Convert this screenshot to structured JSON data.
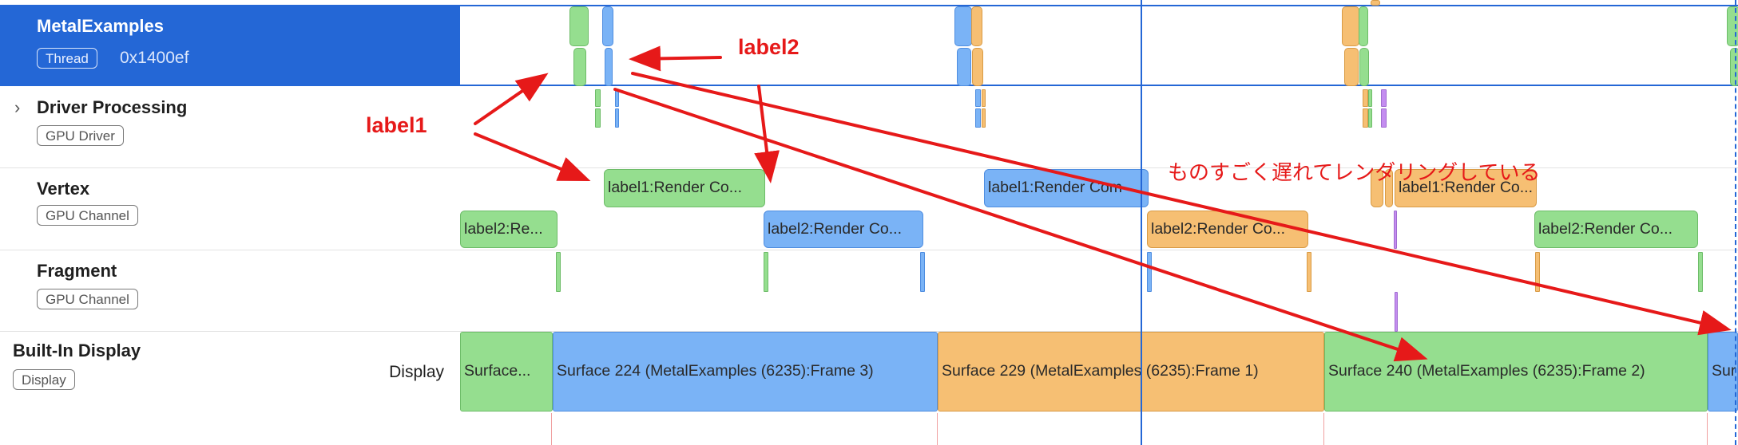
{
  "tracks": {
    "thread": {
      "title": "MetalExamples",
      "badge": "Thread",
      "id": "0x1400ef"
    },
    "driver": {
      "title": "Driver Processing",
      "badge": "GPU Driver"
    },
    "vertex": {
      "title": "Vertex",
      "badge": "GPU Channel"
    },
    "fragment": {
      "title": "Fragment",
      "badge": "GPU Channel"
    },
    "display": {
      "title": "Built-In Display",
      "badge": "Display",
      "type_label": "Display"
    }
  },
  "vertex_bars": {
    "b1": "label1:Render Co...",
    "b2": "label1:Render Com",
    "b3": "label1:Render Co...",
    "r1": "label2:Re...",
    "r2": "label2:Render Co...",
    "r3": "label2:Render Co...",
    "r4": "label2:Render Co..."
  },
  "display_bars": {
    "s1": "Surface...",
    "s2": "Surface 224 (MetalExamples (6235):Frame 3)",
    "s3": "Surface 229 (MetalExamples (6235):Frame 1)",
    "s4": "Surface 240 (MetalExamples (6235):Frame 2)",
    "s5": "Sur"
  },
  "annotations": {
    "label1": "label1",
    "label2": "label2",
    "note": "ものすごく遅れてレンダリングしている"
  },
  "colors": {
    "selection": "#2467d6",
    "green": "#95de8f",
    "blue": "#7ab3f6",
    "orange": "#f6bf73",
    "annotation": "#e61919"
  }
}
